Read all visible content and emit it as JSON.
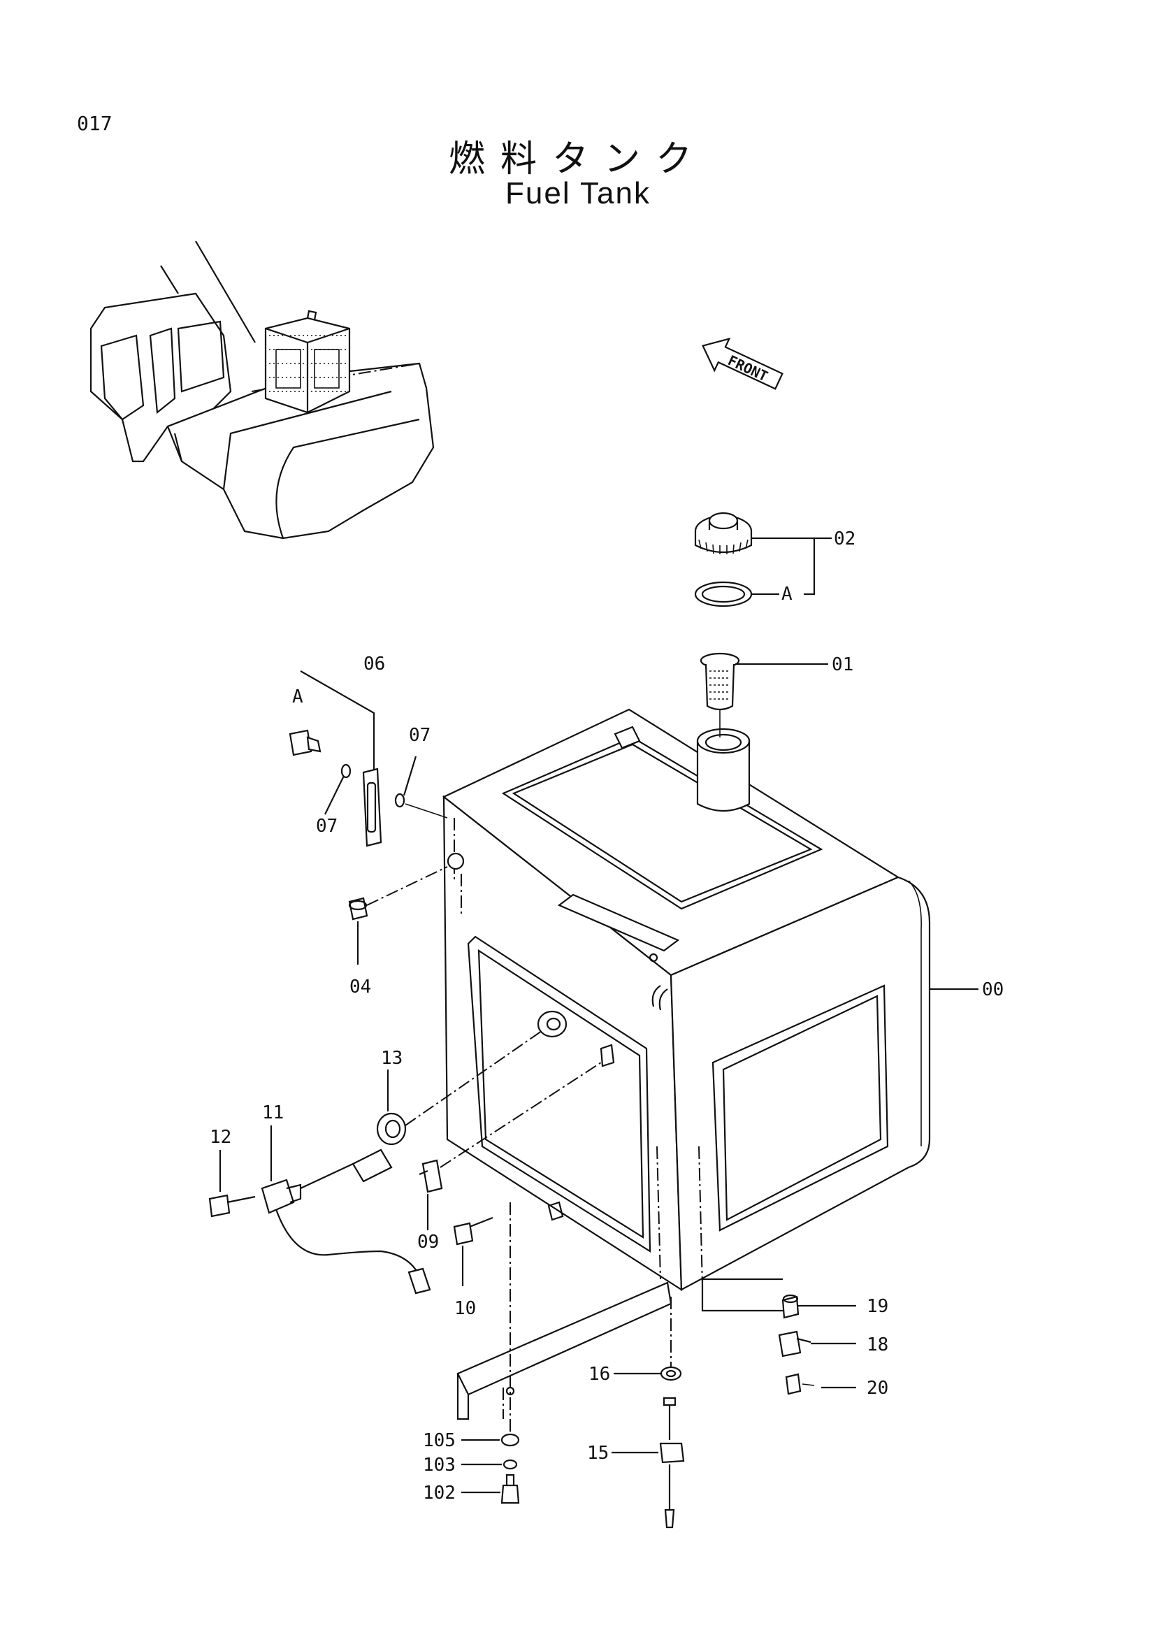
{
  "page": {
    "number": "017",
    "title_jp": "燃料タンク",
    "title_en": "Fuel Tank"
  },
  "front_arrow": {
    "label": "FRONT",
    "icon": "front-arrow-icon"
  },
  "parts": {
    "p00": "00",
    "p01": "01",
    "p02": "02",
    "p04": "04",
    "p06": "06",
    "p07a": "07",
    "p07b": "07",
    "p09": "09",
    "p10": "10",
    "p11": "11",
    "p12": "12",
    "p13": "13",
    "p15": "15",
    "p16": "16",
    "p18": "18",
    "p19": "19",
    "p20": "20",
    "p102": "102",
    "p103": "103",
    "p105": "105",
    "refA1": "A",
    "refA2": "A"
  }
}
